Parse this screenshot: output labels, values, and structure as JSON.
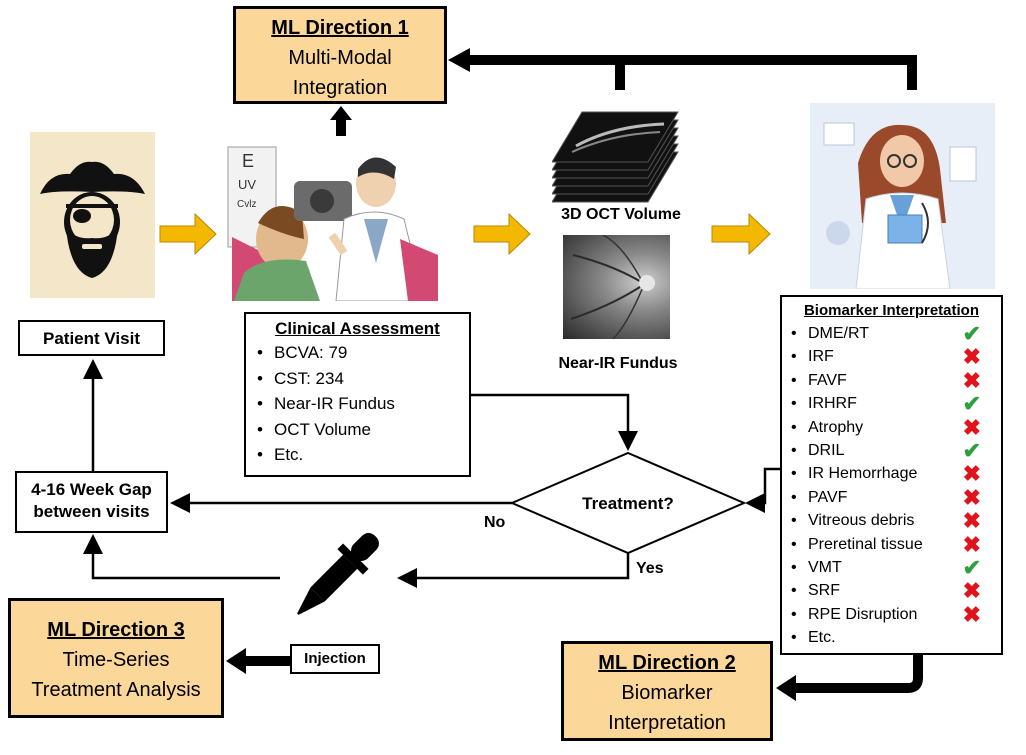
{
  "ml1": {
    "title": "ML Direction 1",
    "line1": "Multi-Modal",
    "line2": "Integration"
  },
  "ml2": {
    "title": "ML Direction 2",
    "line1": "Biomarker",
    "line2": "Interpretation"
  },
  "ml3": {
    "title": "ML Direction 3",
    "line1": "Time-Series",
    "line2": "Treatment Analysis"
  },
  "labels": {
    "oct": "3D OCT Volume",
    "fundus": "Near-IR Fundus",
    "patient_visit": "Patient Visit",
    "gap_line1": "4-16 Week Gap",
    "gap_line2": "between visits",
    "treatment": "Treatment?",
    "no": "No",
    "yes": "Yes",
    "injection": "Injection"
  },
  "clinical": {
    "title": "Clinical Assessment",
    "items": [
      "BCVA: 79",
      "CST: 234",
      "Near-IR Fundus",
      "OCT Volume",
      "Etc."
    ]
  },
  "biomarkers": {
    "title": "Biomarker Interpretation",
    "items": [
      {
        "name": "DME/RT",
        "status": "check"
      },
      {
        "name": "IRF",
        "status": "cross"
      },
      {
        "name": "FAVF",
        "status": "cross"
      },
      {
        "name": "IRHRF",
        "status": "check"
      },
      {
        "name": "Atrophy",
        "status": "cross"
      },
      {
        "name": "DRIL",
        "status": "check"
      },
      {
        "name": "IR Hemorrhage",
        "status": "cross"
      },
      {
        "name": "PAVF",
        "status": "cross"
      },
      {
        "name": "Vitreous debris",
        "status": "cross"
      },
      {
        "name": "Preretinal tissue",
        "status": "cross"
      },
      {
        "name": "VMT",
        "status": "check"
      },
      {
        "name": "SRF",
        "status": "cross"
      },
      {
        "name": "RPE Disruption",
        "status": "cross"
      },
      {
        "name": "Etc.",
        "status": "none"
      }
    ]
  },
  "colors": {
    "ml_fill": "#fbd89a",
    "yellow_arrow": "#f5b800",
    "check": "#2e9e3e",
    "cross": "#e0141a"
  },
  "icons": [
    "pirate-patient-icon",
    "eye-exam-icon",
    "oct-volume-icon",
    "fundus-image-icon",
    "doctor-icon",
    "dropper-icon"
  ]
}
